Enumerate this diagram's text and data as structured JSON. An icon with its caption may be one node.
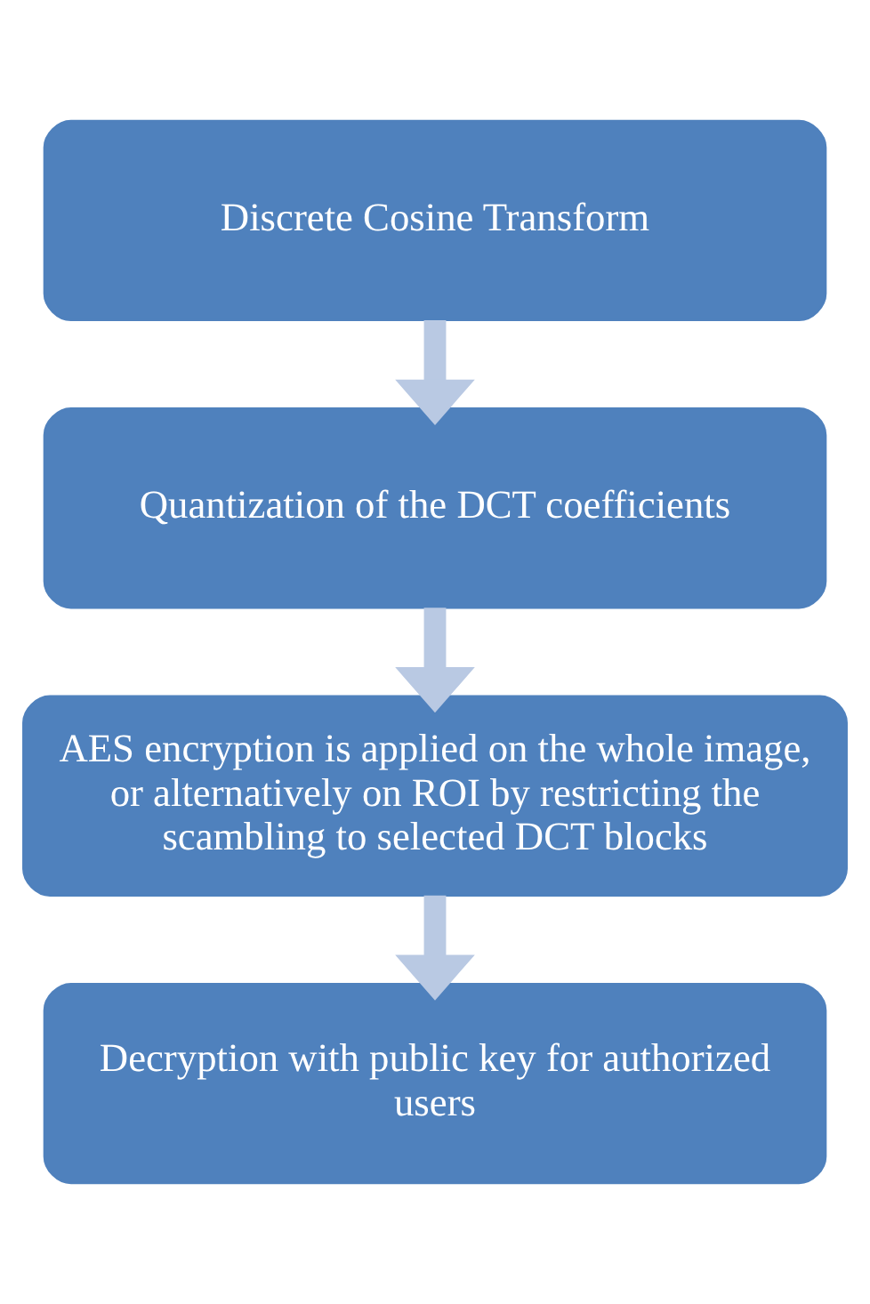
{
  "diagram": {
    "nodes": [
      {
        "text": [
          "Discrete Cosine Transform"
        ]
      },
      {
        "text": [
          "Quantization of the DCT coefficients"
        ]
      },
      {
        "text": [
          "AES encryption is applied on the whole image, or alternatively on ROI by restricting the scambling to selected DCT blocks"
        ]
      },
      {
        "text": [
          "Decryption with public key for authorized users"
        ]
      }
    ],
    "edges": [
      {
        "from": 0,
        "to": 1,
        "arrow": "to"
      },
      {
        "from": 1,
        "to": 2,
        "arrow": "to"
      },
      {
        "from": 2,
        "to": 3,
        "arrow": "to"
      }
    ]
  }
}
